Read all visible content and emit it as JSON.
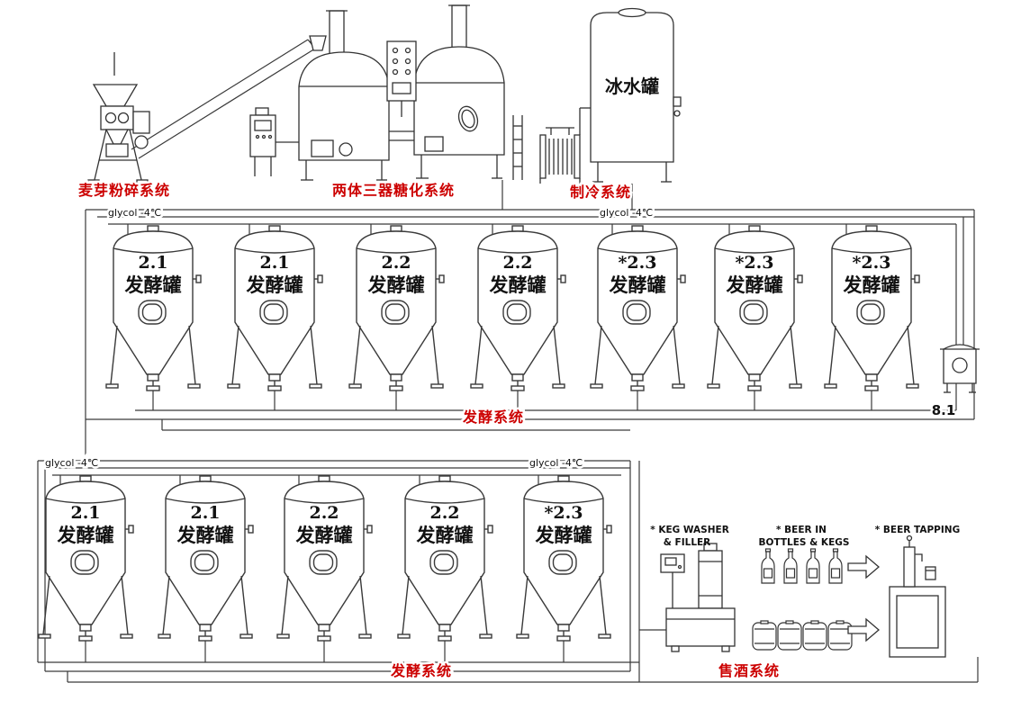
{
  "systems": {
    "malt_mill_label": "麦芽粉碎系统",
    "brewhouse_label": "两体三器糖化系统",
    "cooling_label": "制冷系统",
    "ice_water_tank_label": "冰水罐",
    "fermentation_label_row1": "发酵系统",
    "fermentation_label_row2": "发酵系统",
    "beer_selling_label": "售酒系统",
    "unit_8_1": "8.1"
  },
  "glycol": {
    "label": "glycol -4℃"
  },
  "beer_section": {
    "keg_washer_line1": "* KEG WASHER",
    "keg_washer_line2": "& FILLER",
    "bottles_line1": "* BEER IN",
    "bottles_line2": "BOTTLES & KEGS",
    "tapping_label": "* BEER TAPPING"
  },
  "tanks": {
    "row1": [
      {
        "id": "2.1",
        "name": "发酵罐"
      },
      {
        "id": "2.1",
        "name": "发酵罐"
      },
      {
        "id": "2.2",
        "name": "发酵罐"
      },
      {
        "id": "2.2",
        "name": "发酵罐"
      },
      {
        "id": "*2.3",
        "name": "发酵罐"
      },
      {
        "id": "*2.3",
        "name": "发酵罐"
      },
      {
        "id": "*2.3",
        "name": "发酵罐"
      }
    ],
    "row2": [
      {
        "id": "2.1",
        "name": "发酵罐"
      },
      {
        "id": "2.1",
        "name": "发酵罐"
      },
      {
        "id": "2.2",
        "name": "发酵罐"
      },
      {
        "id": "2.2",
        "name": "发酵罐"
      },
      {
        "id": "*2.3",
        "name": "发酵罐"
      }
    ]
  },
  "colors": {
    "diagram_line": "#3a3a3a",
    "machine_line": "#333333",
    "label_red": "#cc0000",
    "text_black": "#111111"
  }
}
